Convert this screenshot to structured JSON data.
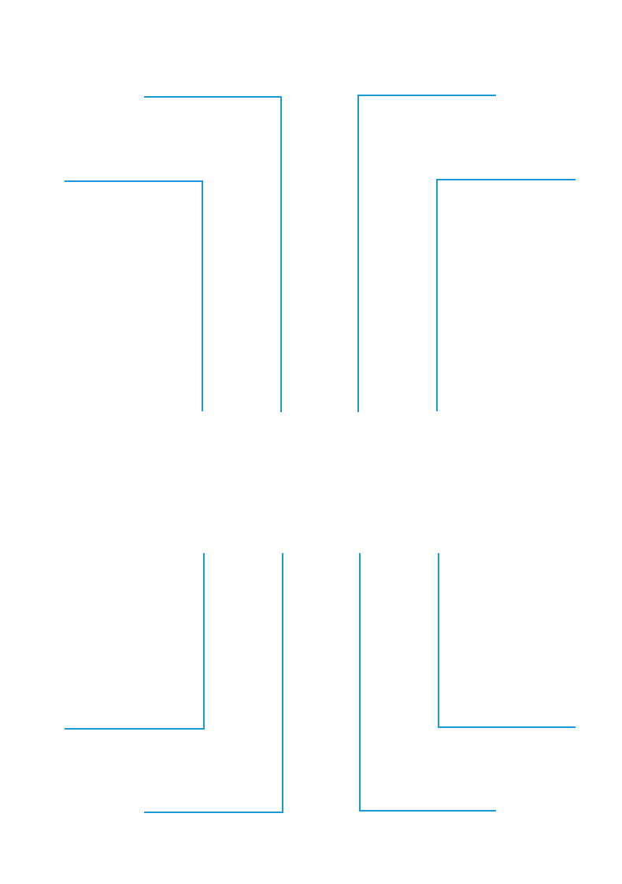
{
  "page": {
    "background": "#ffffff"
  },
  "style": {
    "line_color": "#1a9ad6"
  },
  "crop_marks": [
    {
      "id": "top-left-outer",
      "corner": "top-left"
    },
    {
      "id": "top-left-inner",
      "corner": "top-left"
    },
    {
      "id": "top-right-inner",
      "corner": "top-right"
    },
    {
      "id": "top-right-outer",
      "corner": "top-right"
    },
    {
      "id": "bottom-left-outer",
      "corner": "bottom-left"
    },
    {
      "id": "bottom-left-inner",
      "corner": "bottom-left"
    },
    {
      "id": "bottom-right-inner",
      "corner": "bottom-right"
    },
    {
      "id": "bottom-right-outer",
      "corner": "bottom-right"
    }
  ]
}
